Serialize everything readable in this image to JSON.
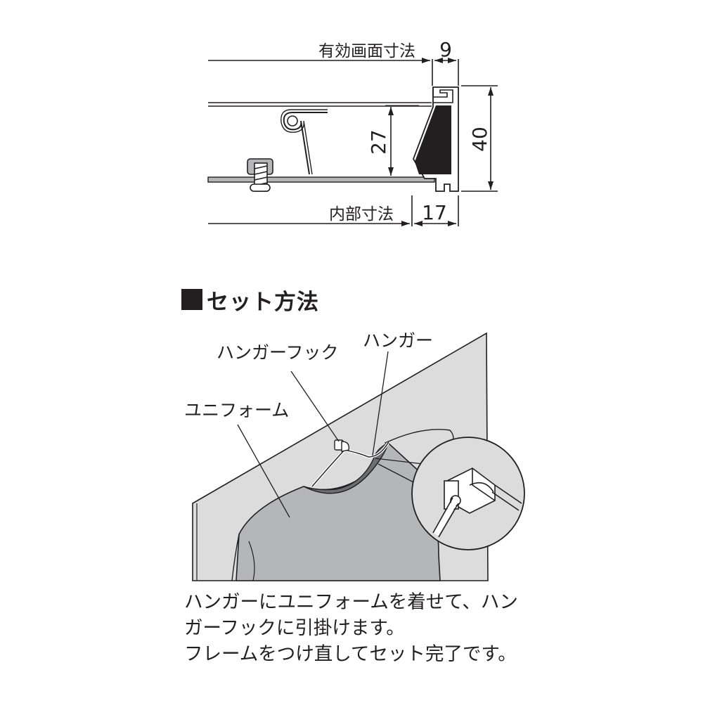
{
  "cross_section": {
    "effective_area_label": "有効画面寸法",
    "effective_area_value": "9",
    "height_total": "40",
    "height_inner": "27",
    "internal_dim_label": "内部寸法",
    "internal_dim_value": "17"
  },
  "section_title": "セット方法",
  "callouts": {
    "hanger_hook": "ハンガーフック",
    "hanger": "ハンガー",
    "uniform": "ユニフォーム"
  },
  "instructions": {
    "line1": "ハンガーにユニフォームを着せて、ハン",
    "line2": "ガーフックに引掛けます。",
    "line3": "フレームをつけ直してセット完了です。"
  },
  "colors": {
    "ink": "#231f20",
    "panel": "#dcdcdd",
    "shirt": "#b5b6b8",
    "profile": "#231f20"
  }
}
